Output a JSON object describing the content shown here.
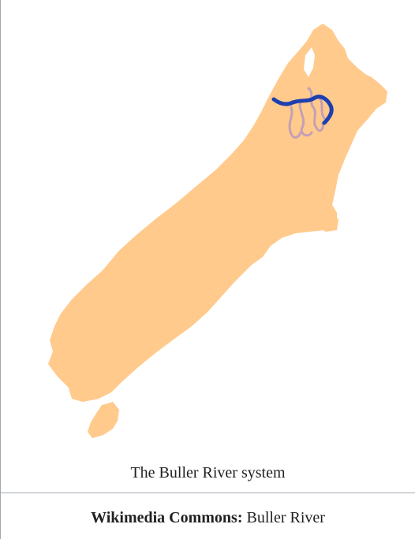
{
  "map": {
    "land_color": "#ffca8c",
    "main_river_color": "#1c3fb0",
    "tributary_color": "#c4a0b4",
    "background_color": "#ffffff"
  },
  "caption": "The Buller River system",
  "commons": {
    "label": "Wikimedia Commons:",
    "link_text": "Buller River"
  }
}
